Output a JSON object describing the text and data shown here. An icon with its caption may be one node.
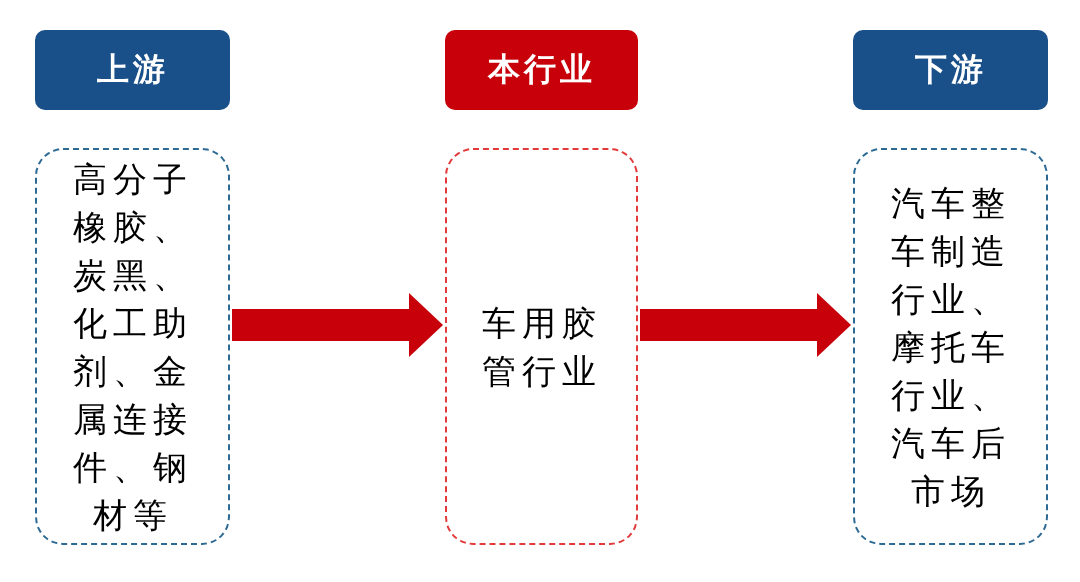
{
  "diagram": {
    "nodes": [
      {
        "text": [
          "上游"
        ]
      },
      {
        "text": [
          "高分子橡胶、炭黑、化工助剂、金属连接件、钢材等"
        ]
      },
      {
        "text": [
          "本行业"
        ]
      },
      {
        "text": [
          "车用胶管行业"
        ]
      },
      {
        "text": [
          "下游"
        ]
      },
      {
        "text": [
          "汽车整车制造行业、摩托车行业、汽车后市场"
        ]
      }
    ],
    "edges": [
      {
        "from": 1,
        "to": 3,
        "arrow": "to"
      },
      {
        "from": 3,
        "to": 5,
        "arrow": "to"
      }
    ]
  }
}
